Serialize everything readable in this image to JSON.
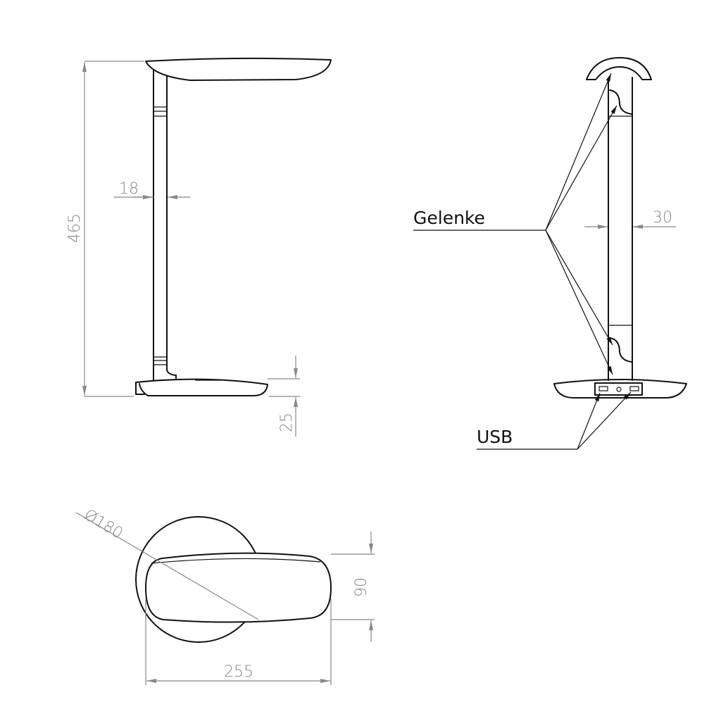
{
  "side_view": {
    "height": "465",
    "pole_width": "18",
    "base_height": "25"
  },
  "front_view": {
    "pole_width": "30",
    "joints_label": "Gelenke",
    "usb_label": "USB"
  },
  "top_view": {
    "base_diameter": "Ø180",
    "shade_depth": "90",
    "shade_length": "255"
  }
}
